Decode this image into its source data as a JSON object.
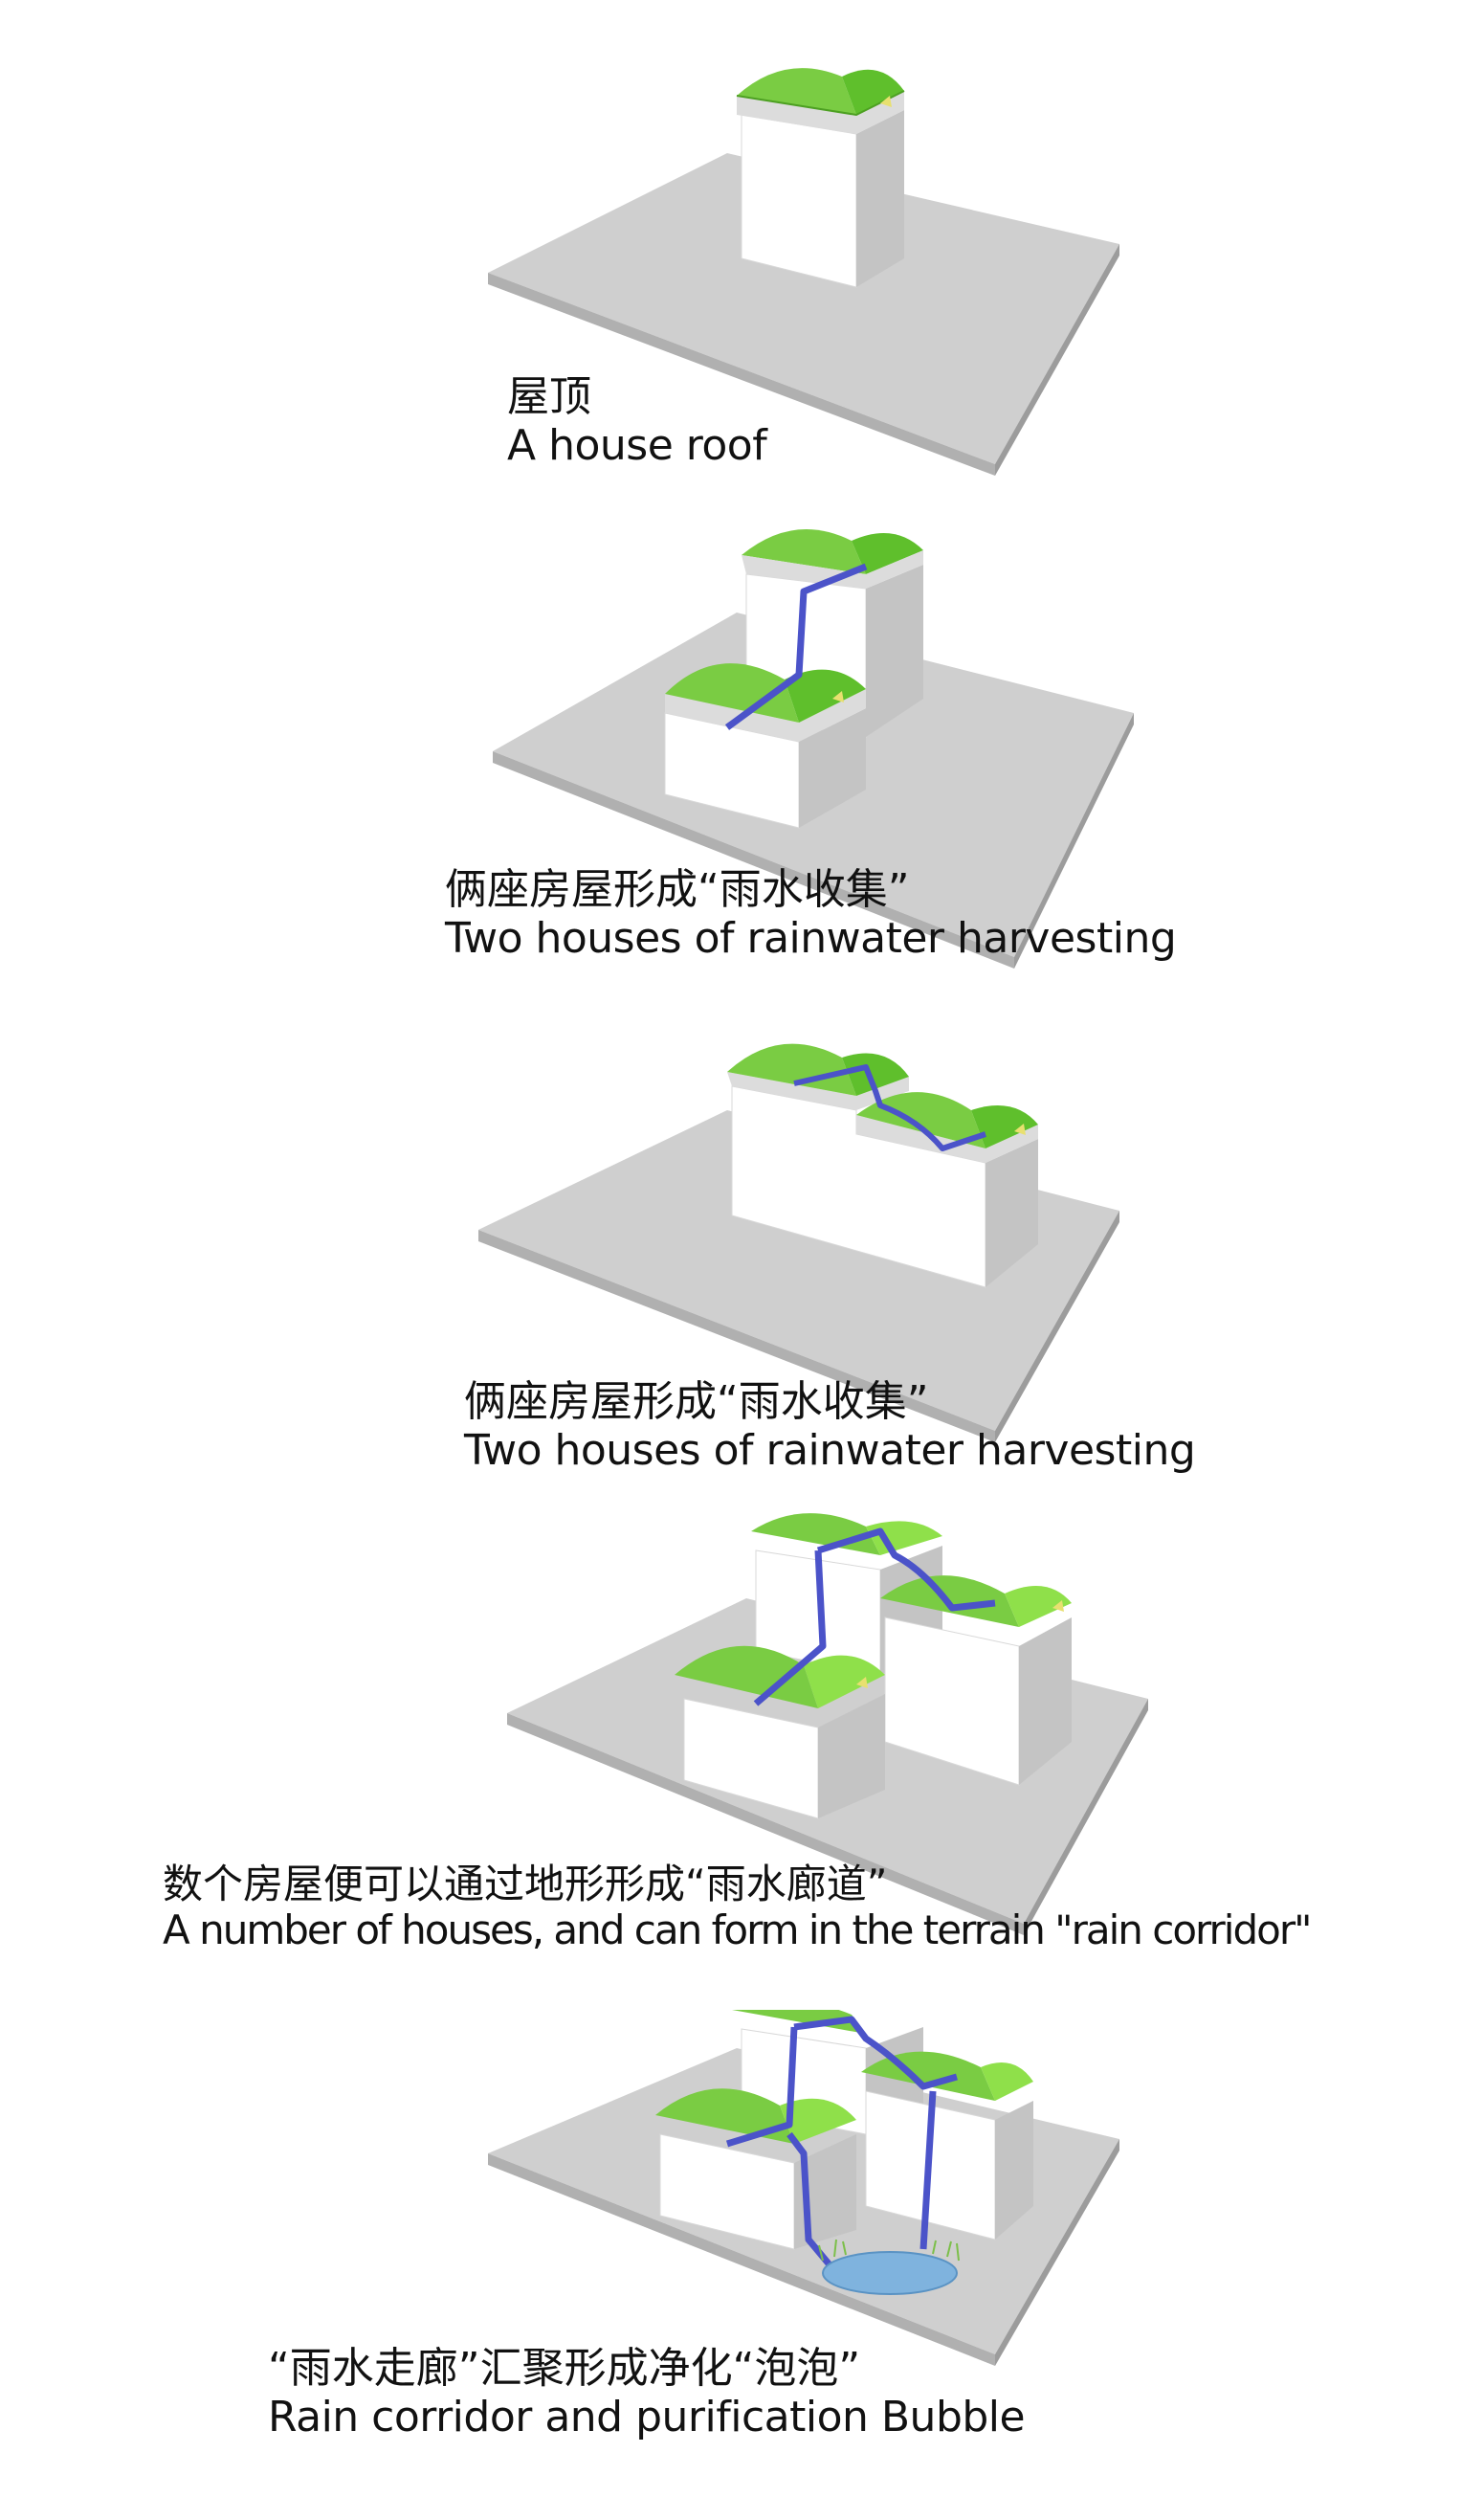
{
  "panels": [
    {
      "zh": "屋顶",
      "en": "A house roof"
    },
    {
      "zh": "俩座房屋形成“雨水收集”",
      "en": "Two houses of rainwater harvesting"
    },
    {
      "zh": "俩座房屋形成“雨水收集”",
      "en": "Two houses of rainwater harvesting"
    },
    {
      "zh": "数个房屋便可以通过地形形成“雨水廊道”",
      "en": "A number of houses, and can form in the terrain \"rain corridor\""
    },
    {
      "zh": "“雨水走廊”汇聚形成净化“泡泡”",
      "en": "Rain corridor and purification Bubble"
    }
  ],
  "colors": {
    "ground": "#cfcfcf",
    "ground_edge": "#a9a9a9",
    "wall_front": "#ffffff",
    "wall_side": "#c4c4c4",
    "roof_light": "#8fe04a",
    "roof_dark": "#5fbf2c",
    "channel": "#4b53c9",
    "pond": "#7fb3de"
  }
}
